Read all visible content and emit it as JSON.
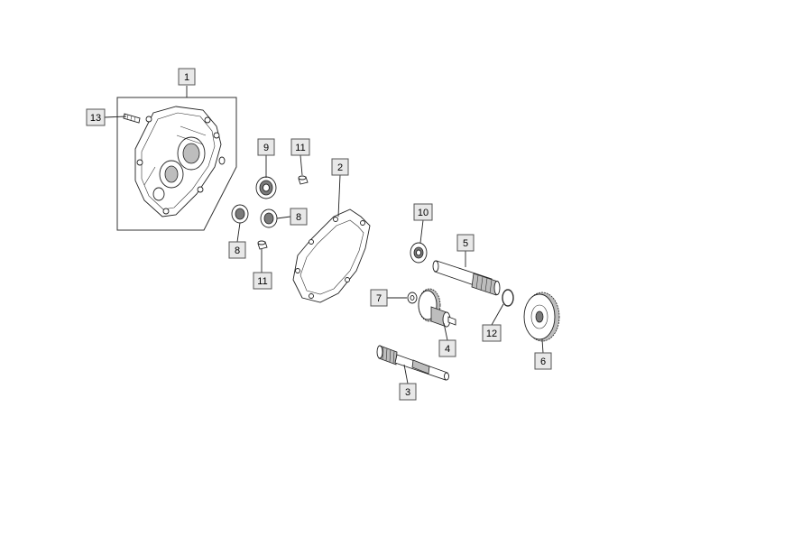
{
  "callouts": [
    {
      "id": "c1",
      "label": "1"
    },
    {
      "id": "c2",
      "label": "2"
    },
    {
      "id": "c3",
      "label": "3"
    },
    {
      "id": "c4",
      "label": "4"
    },
    {
      "id": "c5",
      "label": "5"
    },
    {
      "id": "c6",
      "label": "6"
    },
    {
      "id": "c7",
      "label": "7"
    },
    {
      "id": "c8a",
      "label": "8"
    },
    {
      "id": "c8b",
      "label": "8"
    },
    {
      "id": "c9",
      "label": "9"
    },
    {
      "id": "c10",
      "label": "10"
    },
    {
      "id": "c11a",
      "label": "11"
    },
    {
      "id": "c11b",
      "label": "11"
    },
    {
      "id": "c12",
      "label": "12"
    },
    {
      "id": "c13",
      "label": "13"
    }
  ]
}
